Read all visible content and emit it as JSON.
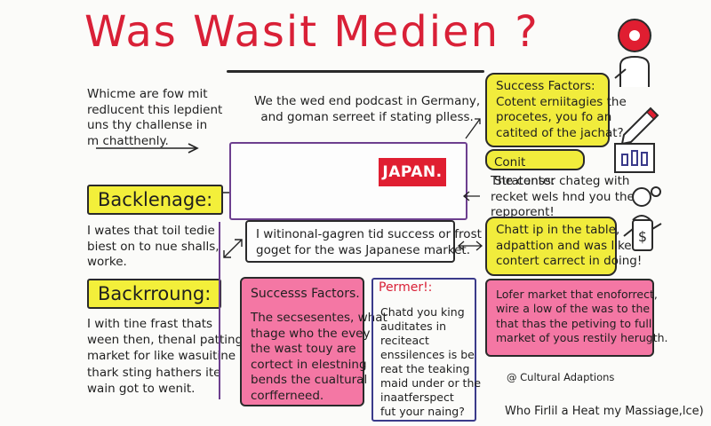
{
  "title": "Was Wasit Medien ?",
  "intro": {
    "lines": [
      "Whicme are fow mit",
      "redlucent this lepdient",
      "uns thy challense in",
      "m chatthenly."
    ]
  },
  "top_center": {
    "lines": [
      "We the wed end podcast in Germany,",
      "and goman serreet if stating plless."
    ]
  },
  "japan_label": "JAPAN.",
  "center_box": {
    "lines": [
      "I witinonal-gagren tid success or frost",
      "goget for the was Japanese market."
    ]
  },
  "backlenage": {
    "heading": "Backlenage:",
    "lines": [
      "I wates that toil tedie",
      "biest on to nue shalls,",
      "worke."
    ]
  },
  "backrroung": {
    "heading": "Backrroung:",
    "lines": [
      "I with tine frast thats",
      "ween then, thenal patting",
      "market for like wasuitine",
      "thark sting hathers ite",
      "wain got to wenit."
    ]
  },
  "success_right": {
    "heading": "Success Factors:",
    "lines": [
      "Cotent erniitagies the",
      "procetes, you fo an",
      "catited of the jachat?"
    ]
  },
  "conit": {
    "heading": "Conit Stratenss:",
    "lines": [
      "The conter chateg with",
      "recket wels hnd you the",
      "repporent!"
    ]
  },
  "chatt_box": {
    "lines": [
      "Chatt ip in the table,",
      "adpattion and was like",
      "contert carrect in doing!"
    ]
  },
  "success_pink": {
    "heading": "Successs Factors.",
    "lines": [
      "The secsesentes, what",
      "thage who the evey",
      "the wast touy are",
      "cortect in elestning",
      "bends the cualtural",
      "corfferneed."
    ]
  },
  "permer": {
    "heading": "Permer!:",
    "lines": [
      "Chatd you king",
      "auditates in",
      "reciteact",
      "enssilences is be",
      "reat the teaking",
      "maid under or the",
      "inaatferspect",
      "fut your naing?"
    ]
  },
  "lofer_box": {
    "lines": [
      "Lofer market that enoforrect,",
      "wire a low of the was to the",
      "that thas the petiving to full",
      "market of yous restily herugth."
    ]
  },
  "cultural": "@ Cultural Adaptions",
  "footer": "Who Firlil a Heat my Massiage,lce)",
  "colors": {
    "title_red": "#d92037",
    "yellow": "#f1ec3c",
    "pink": "#f477a4",
    "purple": "#6d3f8f",
    "japan_red": "#e01e31"
  },
  "icons": [
    "person-with-red-dot-icon",
    "pencil-icon",
    "bar-chart-icon",
    "dollar-person-icon"
  ]
}
